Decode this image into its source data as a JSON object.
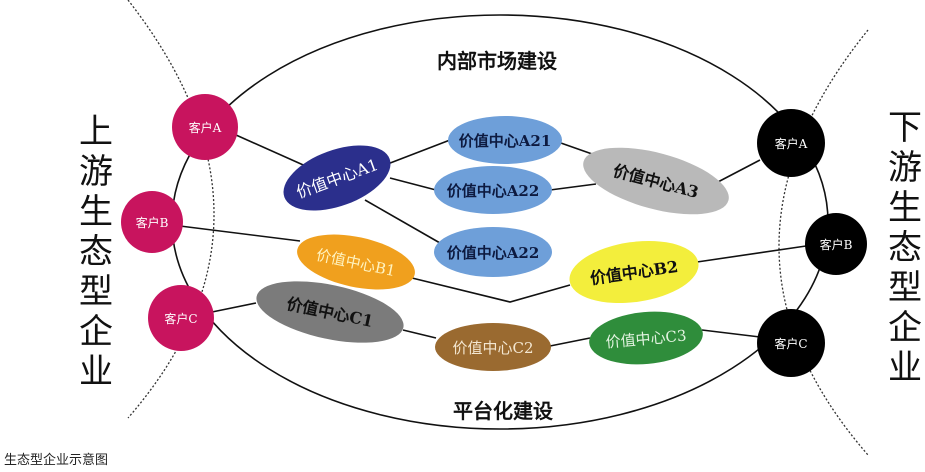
{
  "labels": {
    "top": "内部市场建设",
    "bottom": "平台化建设",
    "left_side": "上游生态型企业",
    "right_side": "下游生态型企业",
    "caption": "生态型企业示意图"
  },
  "upstream_clients": [
    "客户A",
    "客户B",
    "客户C"
  ],
  "downstream_clients": [
    "客户A",
    "客户B",
    "客户C"
  ],
  "value_centers": {
    "A1": "价值中心A1",
    "A21": "价值中心A21",
    "A22": "价值中心A22",
    "A22b": "价值中心A22",
    "A3": "价值中心A3",
    "B1": "价值中心B1",
    "B2": "价值中心B2",
    "C1": "价值中心C1",
    "C2": "价值中心C2",
    "C3": "价值中心C3"
  },
  "colors": {
    "upstream": "#c8145e",
    "downstream": "#000000",
    "A1": "#2b2f8c",
    "A2": "#6e9fd9",
    "A3": "#b9b9b9",
    "B1": "#f0a01e",
    "B2": "#f3ee3c",
    "C1": "#7b7b7b",
    "C2": "#9a6a30",
    "C3": "#2f8d3b"
  }
}
